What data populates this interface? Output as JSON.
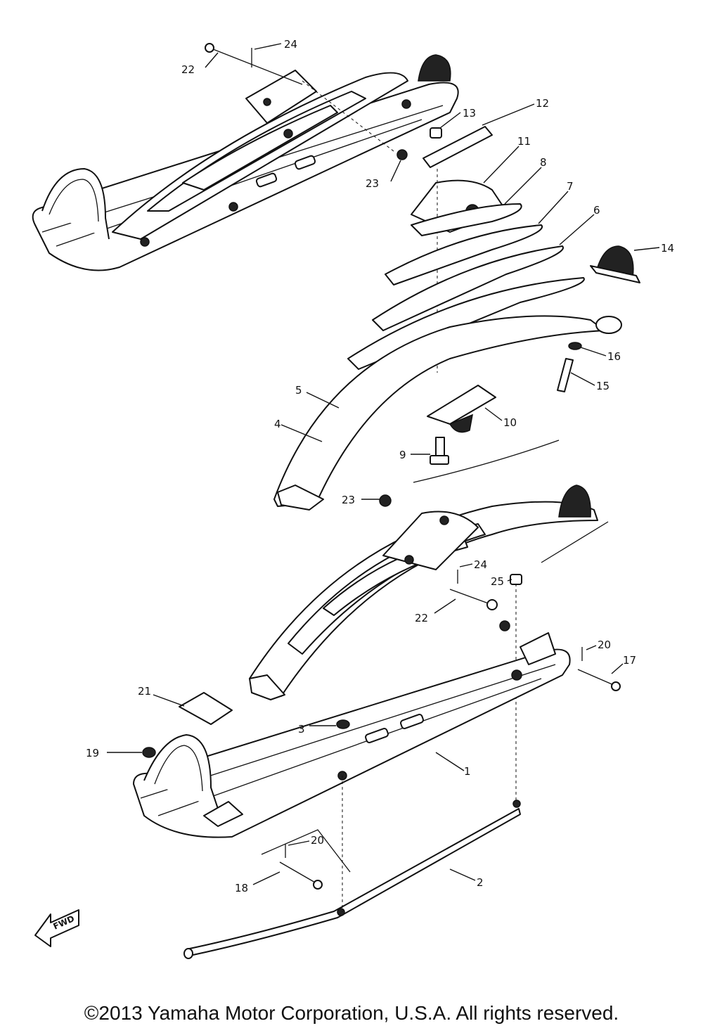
{
  "callouts": [
    "1",
    "2",
    "3",
    "4",
    "5",
    "6",
    "7",
    "8",
    "9",
    "10",
    "11",
    "12",
    "13",
    "14",
    "15",
    "16",
    "17",
    "18",
    "19",
    "20",
    "21",
    "22",
    "23",
    "24",
    "25"
  ],
  "fwd_label": "FWD",
  "copyright": "©2013 Yamaha Motor Corporation, U.S.A. All rights reserved."
}
